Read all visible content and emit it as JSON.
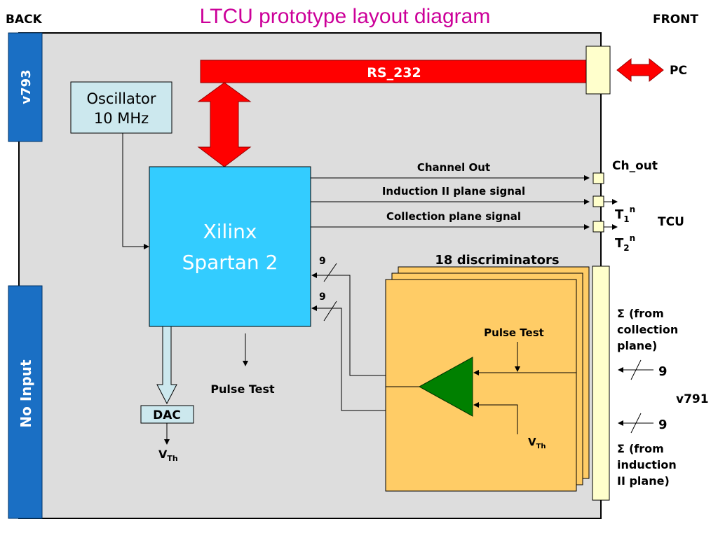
{
  "header": {
    "title": "LTCU prototype layout diagram",
    "back": "BACK",
    "front": "FRONT"
  },
  "left_panel": {
    "v793": "v793",
    "no_input": "No Input"
  },
  "oscillator": {
    "line1": "Oscillator",
    "line2": "10 MHz"
  },
  "fpga": {
    "line1": "Xilinx",
    "line2": "Spartan 2"
  },
  "rs232": {
    "label": "RS_232"
  },
  "pc": {
    "label": "PC"
  },
  "signals": {
    "channel_out": "Channel Out",
    "induction": "Induction II plane signal",
    "collection": "Collection plane signal"
  },
  "outputs": {
    "ch_out": "Ch_out",
    "t1": "T",
    "t1_sub": "1",
    "t1_sup": "n",
    "t2": "T",
    "t2_sub": "2",
    "t2_sup": "n",
    "tcu": "TCU"
  },
  "bus": {
    "width_top": "9",
    "width_bottom": "9"
  },
  "discriminators": {
    "title": "18 discriminators",
    "pulse_test": "Pulse Test",
    "vth": "V",
    "vth_sub": "Th"
  },
  "pulse_test_left": "Pulse Test",
  "dac": {
    "label": "DAC",
    "vth": "V",
    "vth_sub": "Th"
  },
  "v791": {
    "label": "v791",
    "sigma": "Σ",
    "from_collection_1": "(from",
    "from_collection_2": "collection",
    "from_collection_3": "plane)",
    "from_induction_1": "(from",
    "from_induction_2": "induction",
    "from_induction_3": "II plane)",
    "bus_top": "9",
    "bus_bottom": "9"
  },
  "colors": {
    "title": "#cc0099",
    "board": "#dddddd",
    "v793_blue": "#1a6fc4",
    "fpga": "#33ccff",
    "oscillator": "#cce8ee",
    "rs232": "#ff0000",
    "connector": "#ffffcc",
    "disc": "#ffcc66",
    "triangle": "#008000"
  }
}
